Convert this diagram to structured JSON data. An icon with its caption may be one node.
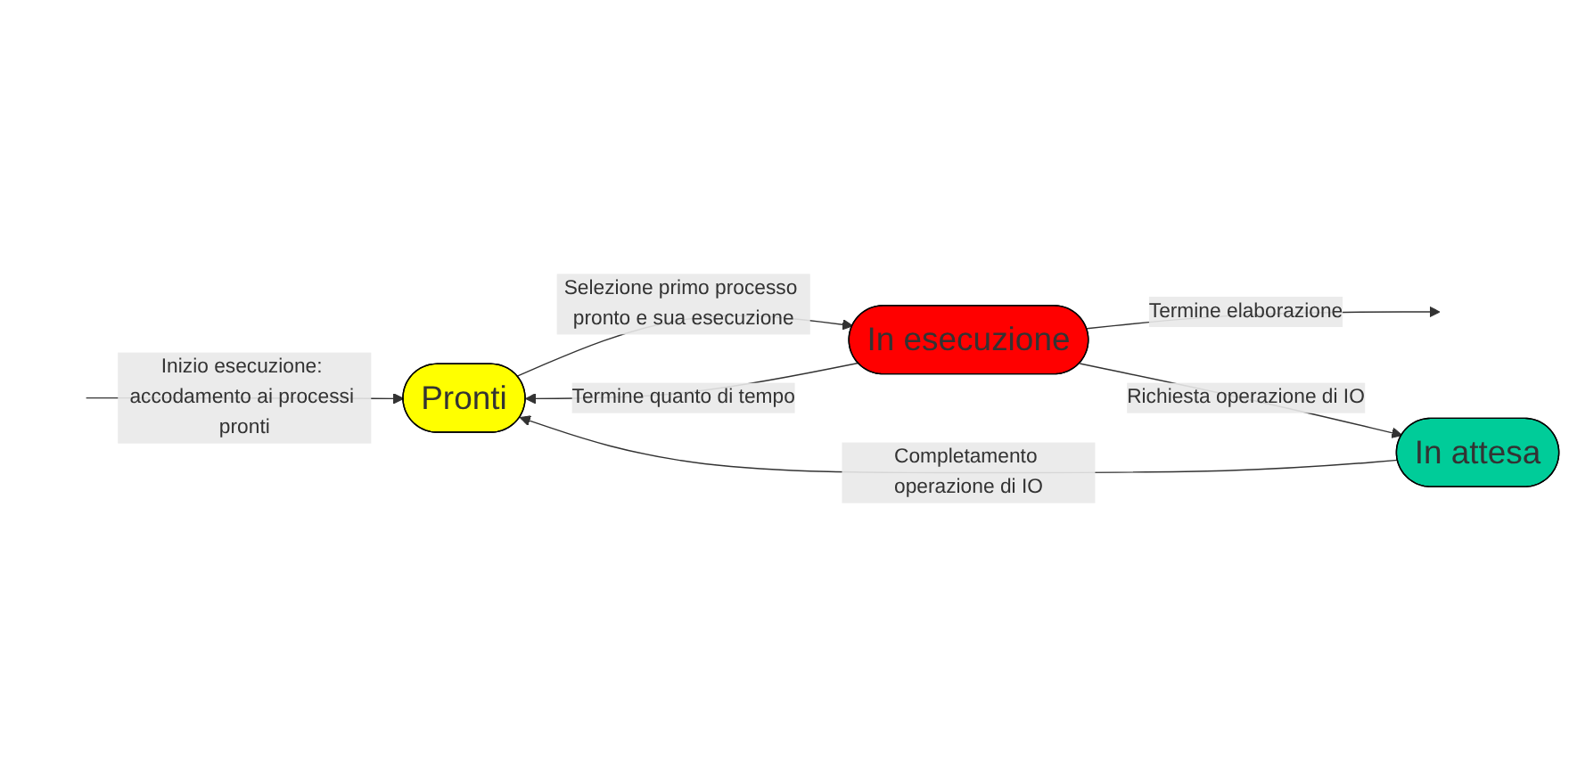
{
  "diagram": {
    "nodes": [
      {
        "text": [
          "Pronti"
        ]
      },
      {
        "text": [
          "In esecuzione"
        ]
      },
      {
        "text": [
          "In attesa"
        ]
      }
    ],
    "edges": [
      {
        "from": null,
        "to": 0,
        "arrow": "to",
        "label": "Inizio esecuzione: accodamento ai processi pronti"
      },
      {
        "from": 0,
        "to": 1,
        "arrow": "to",
        "label": "Selezione primo processo pronto e sua esecuzione"
      },
      {
        "from": 1,
        "to": 0,
        "arrow": "to",
        "label": "Termine quanto di tempo"
      },
      {
        "from": 1,
        "to": null,
        "arrow": "to",
        "label": "Termine elaborazione"
      },
      {
        "from": 1,
        "to": 2,
        "arrow": "to",
        "label": "Richiesta operazione di IO"
      },
      {
        "from": 2,
        "to": 0,
        "arrow": "to",
        "label": "Completamento operazione di IO"
      }
    ]
  }
}
